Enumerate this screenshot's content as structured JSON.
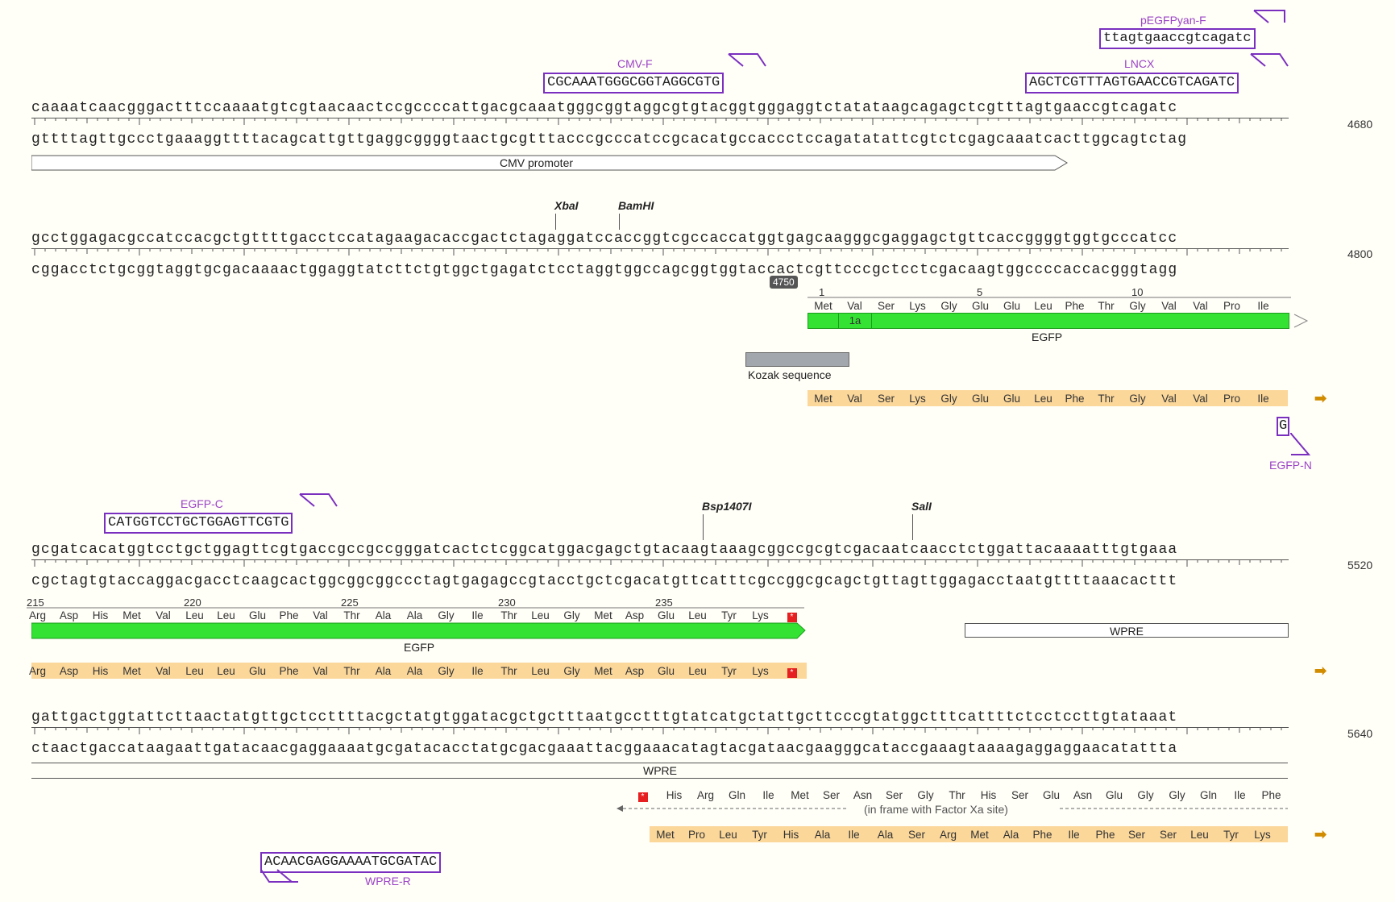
{
  "blocks": [
    {
      "top": "caaaatcaacgggactttccaaaatgtcgtaacaactccgccccattgacgcaaatgggcggtaggcgtgtacggtgggaggtctatataagcagagctcgtttagtgaaccgtcagatc",
      "bottom": "gttttagttgccctgaaaggttttacagcattgttgaggcggggtaactgcgtttacccgcccatccgcacatgccaccctccagatatattcgtctcgagcaaatcacttggcagtctag",
      "position": "4680"
    },
    {
      "top": "gcctggagacgccatccacgctgttttgacctccatagaagacaccgactctagaggatccaccggtcgccaccatggtgagcaagggcgaggagctgttcaccggggtggtgcccatcc",
      "bottom": "cggacctctgcggtaggtgcgacaaaactggaggtatcttctgtggctgagatctcctaggtggccagcggtggtaccactcgttcccgctcctcgacaagtggccccaccacgggtagg",
      "position": "4800"
    },
    {
      "top": "gcgatcacatggtcctgctggagttcgtgaccgccgccgggatcactctcggcatggacgagctgtacaagtaaagcggccgcgtcgacaatcaacctctggattacaaaatttgtgaaa",
      "bottom": "cgctagtgtaccaggacgacctcaagcactggcggcggccctagtgagagccgtacctgctcgacatgttcatttcgccggcgcagctgttagttggagacctaatgttttaaacacttt",
      "position": "5520"
    },
    {
      "top": "gattgactggtattcttaactatgttgctccttttacgctatgtggatacgctgctttaatgcctttgtatcatgctattgcttcccgtatggctttcattttctcctccttgtataaat",
      "bottom": "ctaactgaccataagaattgatacaacgaggaaaatgcgatacacctatgcgacgaaattacggaaacatagtacgataacgaagggcataccgaaagtaaaagaggaggaacatattta",
      "position": "5640"
    }
  ],
  "primers": {
    "pegfp_name": "pEGFPyan-F",
    "pegfp_seq": "ttagtgaaccgtcagatc",
    "cmvf_name": "CMV-F",
    "cmvf_seq": "CGCAAATGGGCGGTAGGCGTG",
    "lncx_name": "LNCX",
    "lncx_seq": "AGCTCGTTTAGTGAACCGTCAGATC",
    "egfpn_name": "EGFP-N",
    "egfpn_seq": "G",
    "egfpc_name": "EGFP-C",
    "egfpc_seq": "CATGGTCCTGCTGGAGTTCGTG",
    "wprer_name": "WPRE-R",
    "wprer_seq": "ACAACGAGGAAAATGCGATAC"
  },
  "features": {
    "cmv": "CMV promoter",
    "egfp": "EGFP",
    "kozak": "Kozak sequence",
    "wpre": "WPRE",
    "sub_1a": "1a",
    "factor_xa": "(in frame with Factor Xa site)"
  },
  "sites": {
    "xbai": "XbaI",
    "bamhi": "BamHI",
    "bsp": "Bsp1407I",
    "sali": "SalI"
  },
  "badge": "4750",
  "egfp_start": {
    "nums": [
      "1",
      "5",
      "10"
    ],
    "aa": [
      "Met",
      "Val",
      "Ser",
      "Lys",
      "Gly",
      "Glu",
      "Glu",
      "Leu",
      "Phe",
      "Thr",
      "Gly",
      "Val",
      "Val",
      "Pro",
      "Ile"
    ]
  },
  "egfp_end": {
    "nums": [
      "215",
      "220",
      "225",
      "230",
      "235"
    ],
    "aa": [
      "Arg",
      "Asp",
      "His",
      "Met",
      "Val",
      "Leu",
      "Leu",
      "Glu",
      "Phe",
      "Val",
      "Thr",
      "Ala",
      "Ala",
      "Gly",
      "Ile",
      "Thr",
      "Leu",
      "Gly",
      "Met",
      "Asp",
      "Glu",
      "Leu",
      "Tyr",
      "Lys"
    ]
  },
  "wpre_rev_aa": [
    "His",
    "Arg",
    "Gln",
    "Ile",
    "Met",
    "Ser",
    "Asn",
    "Ser",
    "Gly",
    "Thr",
    "His",
    "Ser",
    "Glu",
    "Asn",
    "Glu",
    "Gly",
    "Gly",
    "Gln",
    "Ile",
    "Phe"
  ],
  "orf3_aa": [
    "Met",
    "Pro",
    "Leu",
    "Tyr",
    "His",
    "Ala",
    "Ile",
    "Ala",
    "Ser",
    "Arg",
    "Met",
    "Ala",
    "Phe",
    "Ile",
    "Phe",
    "Ser",
    "Ser",
    "Leu",
    "Tyr",
    "Lys"
  ],
  "colors": {
    "egfp": "#33e233",
    "orf": "#fbd79a",
    "primer": "#7a2fbf",
    "stop": "#e62020"
  }
}
